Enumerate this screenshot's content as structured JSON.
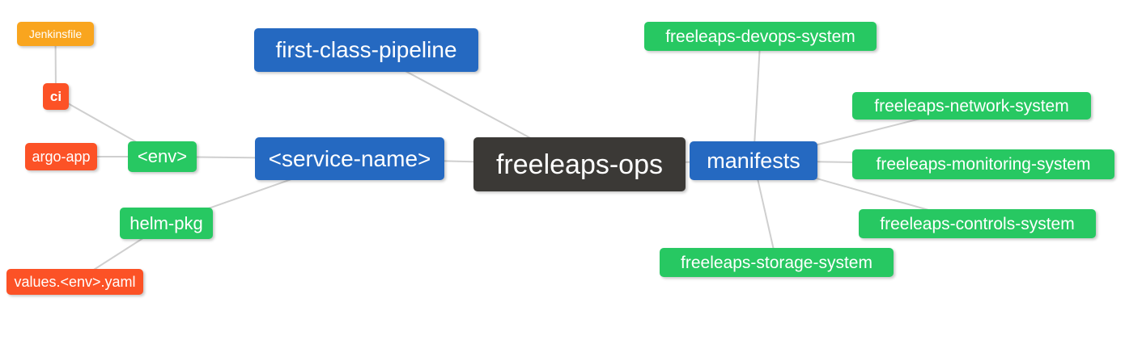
{
  "diagram": {
    "type": "mindmap",
    "root_id": "freeleaps-ops",
    "colors": {
      "blue": "#2569c1",
      "green": "#27c862",
      "red": "#fc5226",
      "amber": "#f9a51e",
      "dark": "#3b3936",
      "edge": "#cfcfcf",
      "text": "#ffffff",
      "background": "#ffffff"
    },
    "nodes": [
      {
        "id": "jenkinsfile",
        "label": "Jenkinsfile",
        "color": "amber"
      },
      {
        "id": "ci",
        "label": "ci",
        "color": "red"
      },
      {
        "id": "argo-app",
        "label": "argo-app",
        "color": "red"
      },
      {
        "id": "env",
        "label": "<env>",
        "color": "green"
      },
      {
        "id": "helm-pkg",
        "label": "helm-pkg",
        "color": "green"
      },
      {
        "id": "values-env-yaml",
        "label": "values.<env>.yaml",
        "color": "red"
      },
      {
        "id": "first-class-pipeline",
        "label": "first-class-pipeline",
        "color": "blue"
      },
      {
        "id": "service-name",
        "label": "<service-name>",
        "color": "blue"
      },
      {
        "id": "freeleaps-ops",
        "label": "freeleaps-ops",
        "color": "dark"
      },
      {
        "id": "manifests",
        "label": "manifests",
        "color": "blue"
      },
      {
        "id": "freeleaps-devops-system",
        "label": "freeleaps-devops-system",
        "color": "green"
      },
      {
        "id": "freeleaps-network-system",
        "label": "freeleaps-network-system",
        "color": "green"
      },
      {
        "id": "freeleaps-monitoring-system",
        "label": "freeleaps-monitoring-system",
        "color": "green"
      },
      {
        "id": "freeleaps-controls-system",
        "label": "freeleaps-controls-system",
        "color": "green"
      },
      {
        "id": "freeleaps-storage-system",
        "label": "freeleaps-storage-system",
        "color": "green"
      }
    ],
    "edges": [
      {
        "from": "jenkinsfile",
        "to": "ci"
      },
      {
        "from": "ci",
        "to": "env"
      },
      {
        "from": "argo-app",
        "to": "env"
      },
      {
        "from": "env",
        "to": "service-name"
      },
      {
        "from": "helm-pkg",
        "to": "service-name"
      },
      {
        "from": "values-env-yaml",
        "to": "helm-pkg"
      },
      {
        "from": "first-class-pipeline",
        "to": "freeleaps-ops"
      },
      {
        "from": "service-name",
        "to": "freeleaps-ops"
      },
      {
        "from": "freeleaps-ops",
        "to": "manifests"
      },
      {
        "from": "manifests",
        "to": "freeleaps-devops-system"
      },
      {
        "from": "manifests",
        "to": "freeleaps-network-system"
      },
      {
        "from": "manifests",
        "to": "freeleaps-monitoring-system"
      },
      {
        "from": "manifests",
        "to": "freeleaps-controls-system"
      },
      {
        "from": "manifests",
        "to": "freeleaps-storage-system"
      }
    ]
  }
}
